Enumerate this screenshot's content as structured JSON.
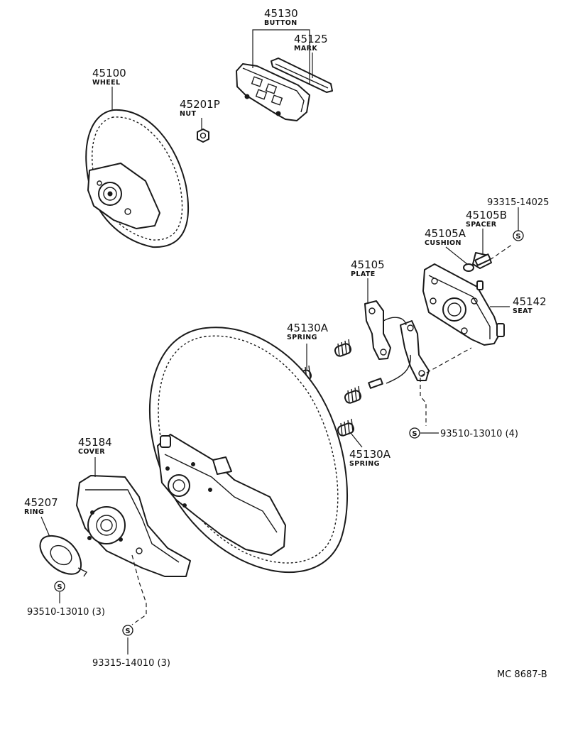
{
  "labels": {
    "button": {
      "number": "45130",
      "name": "BUTTON"
    },
    "mark": {
      "number": "45125",
      "name": "MARK"
    },
    "wheel": {
      "number": "45100",
      "name": "WHEEL"
    },
    "nut": {
      "number": "45201P",
      "name": "NUT"
    },
    "bolt": {
      "number": "93315-14025"
    },
    "spacer": {
      "number": "45105B",
      "name": "SPACER"
    },
    "cushion": {
      "number": "45105A",
      "name": "CUSHION"
    },
    "plate": {
      "number": "45105",
      "name": "PLATE"
    },
    "seat": {
      "number": "45142",
      "name": "SEAT"
    },
    "spring_left": {
      "number": "45130A",
      "name": "SPRING"
    },
    "spring_right": {
      "number": "45130A",
      "name": "SPRING"
    },
    "screw_plate": {
      "number": "93510-13010 (4)"
    },
    "cover": {
      "number": "45184",
      "name": "COVER"
    },
    "ring": {
      "number": "45207",
      "name": "RING"
    },
    "screw_ring": {
      "number": "93510-13010 (3)"
    },
    "screw_cover": {
      "number": "93315-14010 (3)"
    }
  },
  "standard_part_symbol": "S",
  "diagram_code": "MC 8687-B"
}
